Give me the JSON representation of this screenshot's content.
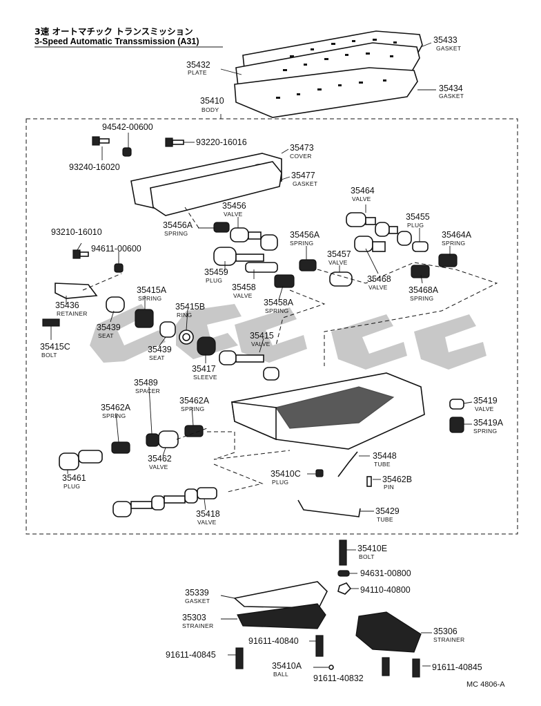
{
  "title_jp": "3速 オートマチック トランスミッション",
  "title_en": "3-Speed Automatic Transsmission (A31)",
  "footer_code": "MC 4806-A",
  "parts": {
    "p35433": {
      "num": "35433",
      "name": "GASKET"
    },
    "p35432": {
      "num": "35432",
      "name": "PLATE"
    },
    "p35434": {
      "num": "35434",
      "name": "GASKET"
    },
    "p35410": {
      "num": "35410",
      "name": "BODY"
    },
    "p94542": {
      "num": "94542-00600",
      "name": ""
    },
    "p93220": {
      "num": "93220-16016",
      "name": ""
    },
    "p93240": {
      "num": "93240-16020",
      "name": ""
    },
    "p35473": {
      "num": "35473",
      "name": "COVER"
    },
    "p35477": {
      "num": "35477",
      "name": "GASKET"
    },
    "p35464": {
      "num": "35464",
      "name": "VALVE"
    },
    "p35456": {
      "num": "35456",
      "name": "VALVE"
    },
    "p35455": {
      "num": "35455",
      "name": "PLUG"
    },
    "p35456A1": {
      "num": "35456A",
      "name": "SPRING"
    },
    "p93210": {
      "num": "93210-16010",
      "name": ""
    },
    "p35456A2": {
      "num": "35456A",
      "name": "SPRING"
    },
    "p35464A": {
      "num": "35464A",
      "name": "SPRING"
    },
    "p94611": {
      "num": "94611-00600",
      "name": ""
    },
    "p35457": {
      "num": "35457",
      "name": "VALVE"
    },
    "p35459": {
      "num": "35459",
      "name": "PLUG"
    },
    "p35468": {
      "num": "35468",
      "name": "VALVE"
    },
    "p35458": {
      "num": "35458",
      "name": "VALVE"
    },
    "p35468A": {
      "num": "35468A",
      "name": "SPRING"
    },
    "p35415A": {
      "num": "35415A",
      "name": "SPRING"
    },
    "p35458A": {
      "num": "35458A",
      "name": "SPRING"
    },
    "p35436": {
      "num": "35436",
      "name": "RETAINER"
    },
    "p35415B": {
      "num": "35415B",
      "name": "RING"
    },
    "p35439a": {
      "num": "35439",
      "name": "SEAT"
    },
    "p35415": {
      "num": "35415",
      "name": "VALVE"
    },
    "p35415C": {
      "num": "35415C",
      "name": "BOLT"
    },
    "p35439b": {
      "num": "35439",
      "name": "SEAT"
    },
    "p35417": {
      "num": "35417",
      "name": "SLEEVE"
    },
    "p35489": {
      "num": "35489",
      "name": "SPACER"
    },
    "p35419": {
      "num": "35419",
      "name": "VALVE"
    },
    "p35462A1": {
      "num": "35462A",
      "name": "SPRING"
    },
    "p35462A2": {
      "num": "35462A",
      "name": "SPRING"
    },
    "p35419A": {
      "num": "35419A",
      "name": "SPRING"
    },
    "p35448": {
      "num": "35448",
      "name": "TUBE"
    },
    "p35462": {
      "num": "35462",
      "name": "VALVE"
    },
    "p35461": {
      "num": "35461",
      "name": "PLUG"
    },
    "p35410C": {
      "num": "35410C",
      "name": "PLUG"
    },
    "p35462B": {
      "num": "35462B",
      "name": "PIN"
    },
    "p35429": {
      "num": "35429",
      "name": "TUBE"
    },
    "p35418": {
      "num": "35418",
      "name": "VALVE"
    },
    "p35410E": {
      "num": "35410E",
      "name": "BOLT"
    },
    "p94631": {
      "num": "94631-00800",
      "name": ""
    },
    "p94110": {
      "num": "94110-40800",
      "name": ""
    },
    "p35339": {
      "num": "35339",
      "name": "GASKET"
    },
    "p35303": {
      "num": "35303",
      "name": "STRAINER"
    },
    "p35306": {
      "num": "35306",
      "name": "STRAINER"
    },
    "p91611a": {
      "num": "91611-40845",
      "name": ""
    },
    "p91611_40840": {
      "num": "91611-40840",
      "name": ""
    },
    "p35410A": {
      "num": "35410A",
      "name": "BALL"
    },
    "p91611b": {
      "num": "91611-40845",
      "name": ""
    },
    "p91611_40832": {
      "num": "91611-40832",
      "name": ""
    }
  }
}
